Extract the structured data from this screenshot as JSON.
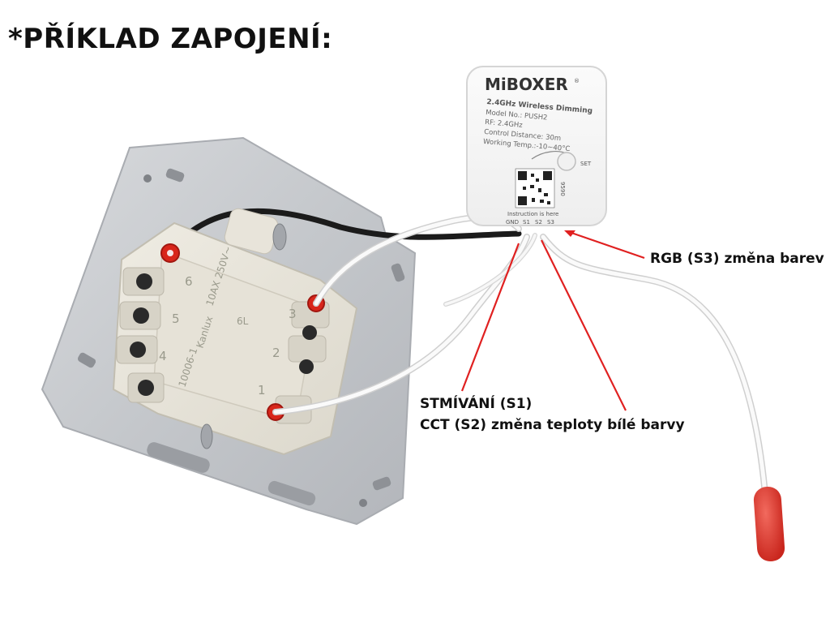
{
  "heading": "*PŘÍKLAD ZAPOJENÍ:",
  "callouts": {
    "rgb": "RGB (S3) změna barev",
    "dimming": "STMÍVÁNÍ  (S1)",
    "cct": "CCT (S2) změna teploty bílé barvy"
  },
  "device": {
    "brand": "MiBOXER",
    "trademark": "®",
    "title": "2.4GHz Wireless Dimming",
    "model": "Model No.: PUSH2",
    "rf": "RF: 2.4GHz",
    "distance": "Control Distance: 30m",
    "temperature": "Working Temp.:-10~40°C",
    "set_label": "SET",
    "serial": "9590",
    "instruction": "Instruction is here",
    "terminals": [
      "GND",
      "S1",
      "S2",
      "S3"
    ]
  },
  "switch": {
    "brand": "Kanlux",
    "rating": "10AX 250V~",
    "code": "10006-1",
    "terminal_numbers": [
      "1",
      "2",
      "3",
      "4",
      "5",
      "6"
    ],
    "labels": [
      "6L",
      "3"
    ]
  },
  "colors": {
    "annotation_red": "#e02020",
    "end_cap_red": "#e0352e",
    "text_dark": "#111111"
  }
}
